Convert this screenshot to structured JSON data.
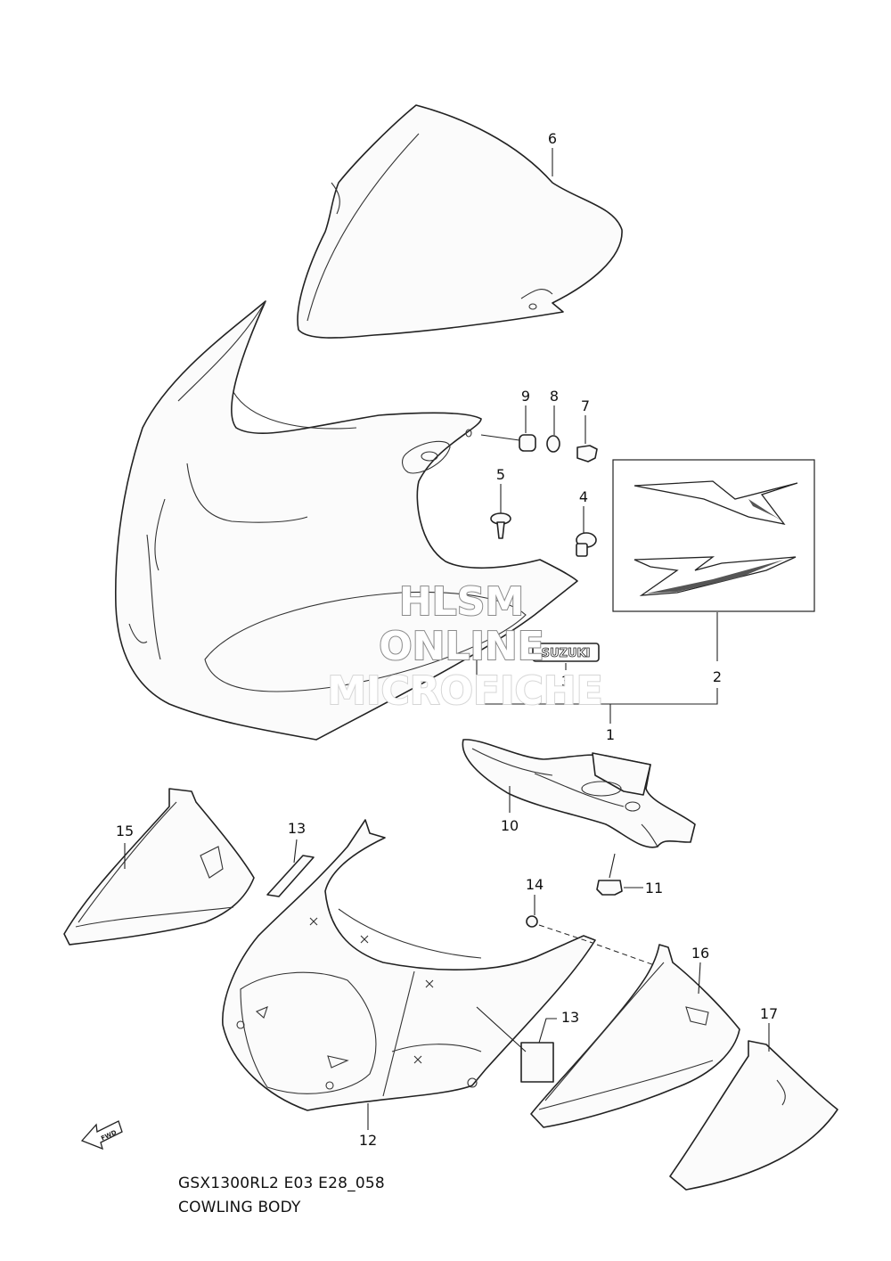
{
  "diagram": {
    "callouts": [
      "1",
      "2",
      "3",
      "4",
      "5",
      "6",
      "7",
      "8",
      "9",
      "10",
      "11",
      "12",
      "13",
      "13",
      "14",
      "15",
      "16",
      "17"
    ],
    "decal_lettering": "SUZUKI",
    "watermark": [
      "HLSM",
      "ONLINE",
      "MICROFICHE"
    ],
    "fwd_arrow_label": "FWD",
    "footer": {
      "code": "GSX1300RL2 E03 E28_058",
      "title": "COWLING BODY"
    }
  }
}
